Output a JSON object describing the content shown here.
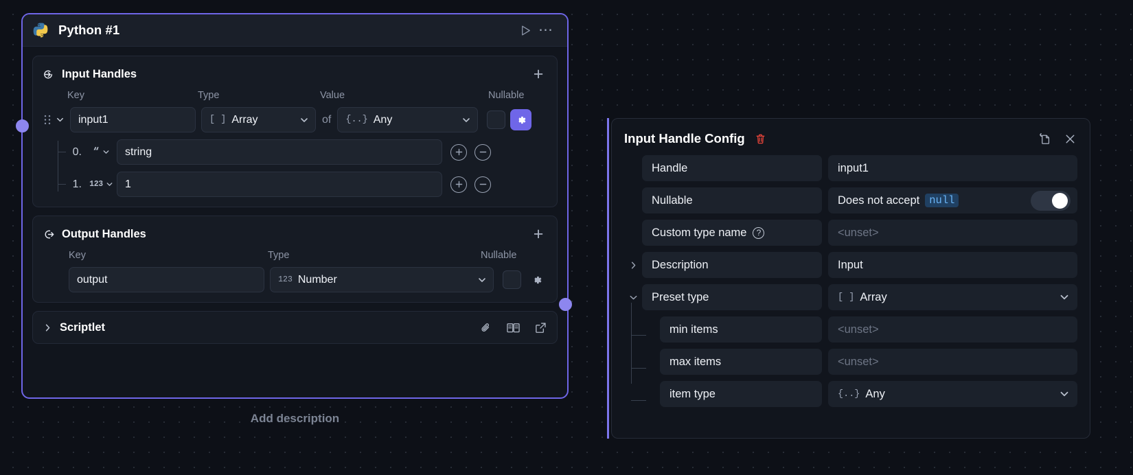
{
  "node": {
    "title": "Python #1",
    "icon": "python-icon",
    "run_icon": "play-icon",
    "more_icon": "ellipsis-icon",
    "add_description": "Add description",
    "input_section": {
      "title": "Input Handles",
      "icon": "arrow-into-circle-icon",
      "add_icon": "plus-icon",
      "columns": {
        "key": "Key",
        "type": "Type",
        "value": "Value",
        "nullable": "Nullable"
      },
      "handle": {
        "key": "input1",
        "type": "[ ] Array",
        "type_bracket": "[ ]",
        "type_label": "Array",
        "of_label": "of",
        "value_bracket": "{..}",
        "value_label": "Any",
        "nullable_checked": false,
        "gear_active": true
      },
      "items": [
        {
          "index": "0.",
          "type_glyph": "“",
          "type_kind": "string",
          "value": "string"
        },
        {
          "index": "1.",
          "type_glyph": "123",
          "type_kind": "number",
          "value": "1"
        }
      ]
    },
    "output_section": {
      "title": "Output Handles",
      "icon": "arrow-out-of-circle-icon",
      "add_icon": "plus-icon",
      "columns": {
        "key": "Key",
        "type": "Type",
        "nullable": "Nullable"
      },
      "handle": {
        "key": "output",
        "type_bracket": "123",
        "type_label": "Number",
        "nullable_checked": false
      }
    },
    "scriptlet": {
      "label": "Scriptlet",
      "expanded": false,
      "icons": [
        "paperclip-icon",
        "book-icon",
        "external-link-icon"
      ]
    }
  },
  "panel": {
    "title": "Input Handle Config",
    "delete_icon": "trash-icon",
    "duplicate_icon": "duplicate-page-icon",
    "close_icon": "close-icon",
    "rows": [
      {
        "label": "Handle",
        "value": "input1",
        "kind": "text",
        "toggle": "none"
      },
      {
        "label": "Nullable",
        "value": "Does not accept",
        "chip": "null",
        "kind": "switch",
        "switch_on": true,
        "toggle": "none"
      },
      {
        "label": "Custom type name",
        "value": "<unset>",
        "kind": "text",
        "muted": true,
        "help": true,
        "toggle": "none"
      },
      {
        "label": "Description",
        "value": "Input",
        "kind": "text",
        "toggle": "collapsed"
      },
      {
        "label": "Preset type",
        "value_bracket": "[ ]",
        "value": "Array",
        "kind": "select",
        "toggle": "expanded"
      },
      {
        "label": "min items",
        "value": "<unset>",
        "kind": "text",
        "muted": true,
        "toggle": "child"
      },
      {
        "label": "max items",
        "value": "<unset>",
        "kind": "text",
        "muted": true,
        "toggle": "child"
      },
      {
        "label": "item type",
        "value_bracket": "{..}",
        "value": "Any",
        "kind": "select",
        "toggle": "child-last"
      }
    ]
  },
  "colors": {
    "accent": "#6f66e8",
    "handle": "#8d86ef",
    "danger": "#e8443a",
    "canvas": "#0d1017",
    "null_chip_text": "#69b3f5"
  }
}
